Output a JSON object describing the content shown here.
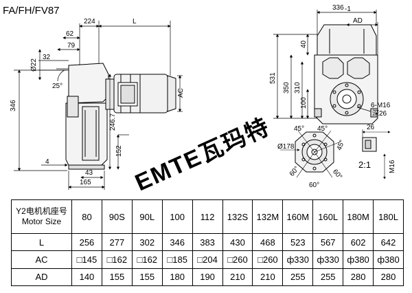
{
  "model_title": "FA/FH/FV87",
  "watermark": "EMTE瓦玛特",
  "dimensions": {
    "d224": "224",
    "dL": "L",
    "d62": "62",
    "d79": "79",
    "d32": "32",
    "dia22": "Ø22",
    "ang25": "25°",
    "d346": "346",
    "d246": "246.7",
    "d152": "152",
    "d4": "4",
    "d43": "43",
    "d165": "165",
    "dAC": "AC",
    "d336": "336",
    "d336tol": "-1",
    "dAD": "AD",
    "d531": "531",
    "d40": "40",
    "d350": "350",
    "d310": "310",
    "d100": "100",
    "thread": "6-M16",
    "depth": "深26",
    "ang45a": "45°",
    "ang45b": "45°",
    "ang45c": "45°",
    "dia178": "Ø178",
    "ang60a": "60°",
    "ang60b": "60°",
    "ang60c": "60°",
    "d26": "26",
    "ratio": "2:1",
    "m16": "M16"
  },
  "table": {
    "header_line1": "Y2电机机座号",
    "header_line2": "Motor Size",
    "sizes": [
      "80",
      "90S",
      "90L",
      "100",
      "112",
      "132S",
      "132M",
      "160M",
      "160L",
      "180M",
      "180L"
    ],
    "rows": [
      {
        "label": "L",
        "values": [
          "256",
          "277",
          "302",
          "346",
          "383",
          "430",
          "468",
          "523",
          "567",
          "602",
          "642"
        ]
      },
      {
        "label": "AC",
        "values": [
          "□145",
          "□162",
          "□162",
          "□185",
          "□204",
          "□260",
          "□260",
          "ф330",
          "ф330",
          "ф380",
          "ф380"
        ]
      },
      {
        "label": "AD",
        "values": [
          "140",
          "155",
          "155",
          "180",
          "190",
          "210",
          "210",
          "255",
          "255",
          "280",
          "280"
        ]
      }
    ]
  }
}
